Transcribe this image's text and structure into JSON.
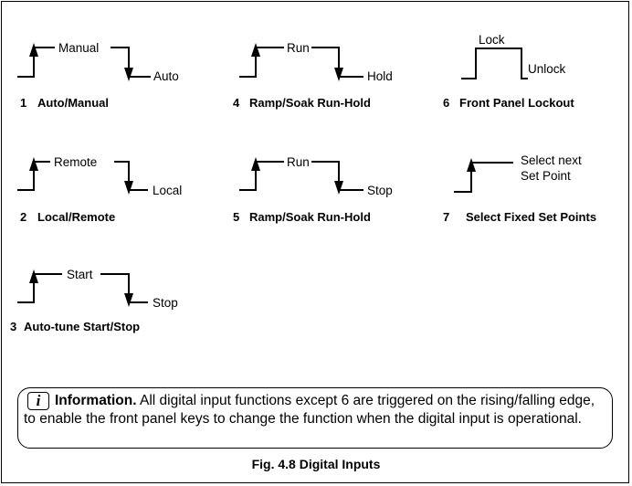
{
  "diagrams": [
    {
      "number": "1",
      "title": "Auto/Manual",
      "high_label": "Manual",
      "low_label": "Auto"
    },
    {
      "number": "4",
      "title": "Ramp/Soak Run-Hold",
      "high_label": "Run",
      "low_label": "Hold"
    },
    {
      "number": "6",
      "title": "Front Panel Lockout",
      "high_label": "Lock",
      "low_label": "Unlock"
    },
    {
      "number": "2",
      "title": "Local/Remote",
      "high_label": "Remote",
      "low_label": "Local"
    },
    {
      "number": "5",
      "title": "Ramp/Soak Run-Hold",
      "high_label": "Run",
      "low_label": "Stop"
    },
    {
      "number": "7",
      "title": "Select Fixed Set Points",
      "high_label_line1": "Select next",
      "high_label_line2": "Set Point"
    },
    {
      "number": "3",
      "title": "Auto-tune Start/Stop",
      "high_label": "Start",
      "low_label": "Stop"
    }
  ],
  "info": {
    "icon": "info-icon",
    "icon_glyph": "i",
    "heading": "Information.",
    "text": "All digital input functions except 6 are triggered on the rising/falling edge, to enable the front panel keys to change the function when the digital input is operational."
  },
  "figure_caption": "Fig. 4.8 Digital Inputs"
}
